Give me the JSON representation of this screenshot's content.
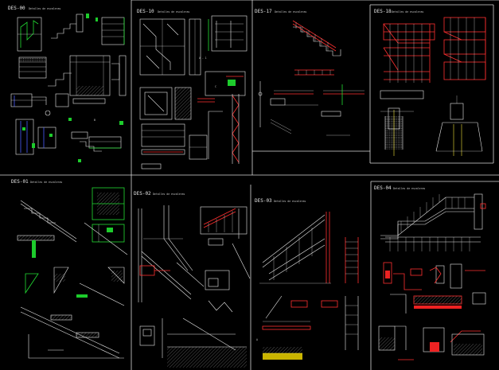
{
  "app": {
    "background": "#000000"
  },
  "sheets": [
    {
      "id": "s1",
      "code": "DES-00",
      "subtitle": "Detalles de escaleras"
    },
    {
      "id": "s2",
      "code": "DES-10",
      "subtitle": "Detalles de escaleras"
    },
    {
      "id": "s3",
      "code": "DES-17",
      "subtitle": "Detalles de escaleras"
    },
    {
      "id": "s4",
      "code": "DES-18",
      "subtitle": "Detalles de escaleras"
    },
    {
      "id": "s5",
      "code": "DES-01",
      "subtitle": "Detalles de escaleras"
    },
    {
      "id": "s6",
      "code": "DES-02",
      "subtitle": "Detalles de escaleras"
    },
    {
      "id": "s7",
      "code": "DES-03",
      "subtitle": "Detalles de escaleras"
    },
    {
      "id": "s8",
      "code": "DES-04",
      "subtitle": "Detalles de escaleras"
    }
  ],
  "labels": {
    "a": "A",
    "b": "B",
    "c": "C",
    "a1": "A - 1"
  },
  "colors": {
    "line": "#e8e8e8",
    "red": "#ff3030",
    "green": "#22dd33",
    "yellow": "#f2e43a",
    "cyan": "#2fd6e6",
    "blue": "#4a5dff"
  }
}
